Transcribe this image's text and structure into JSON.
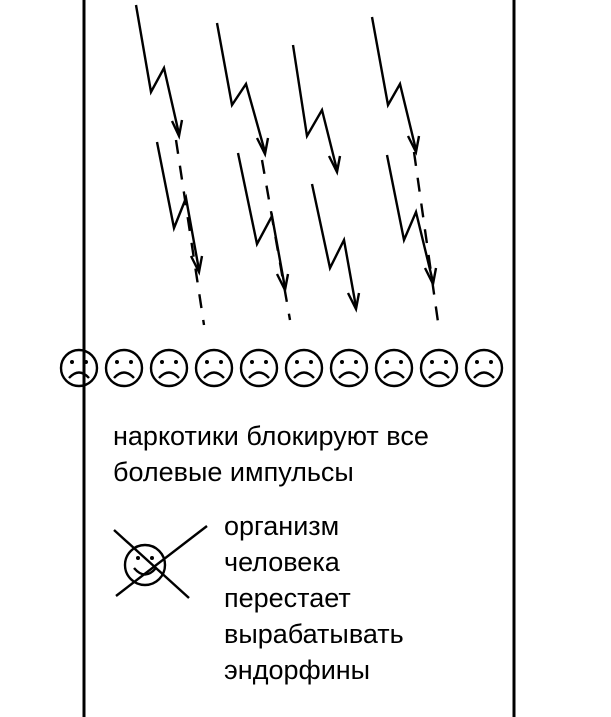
{
  "diagram": {
    "caption_lines": [
      "наркотики блокируют все",
      "болевые импульсы"
    ],
    "result_lines": [
      "организм",
      "человека",
      "перестает",
      "вырабатывать",
      "эндорфины"
    ],
    "sad_face_count": 10,
    "icons": {
      "impulse": "lightning-arrow-icon",
      "blocked_impulse": "dashed-line",
      "pain": "sad-face-icon",
      "endorphin": "smiley-face-icon",
      "cross": "cross-out-icon"
    },
    "colors": {
      "ink": "#000000",
      "background": "#ffffff"
    }
  }
}
